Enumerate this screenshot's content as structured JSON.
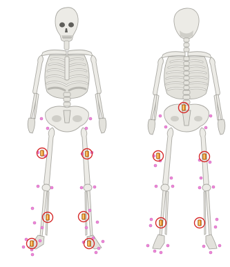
{
  "figure": {
    "views": [
      "front",
      "back"
    ],
    "colors": {
      "background": "#ffffff",
      "bone": "#ecebe6",
      "marker": "#ee88d8",
      "sensor_ring": "#d62828",
      "sensor_body": "#e07b1c"
    },
    "front": {
      "sensors": [
        "right-thigh",
        "left-thigh",
        "right-shank",
        "left-shank",
        "right-foot",
        "left-foot"
      ],
      "marker_count": 28
    },
    "back": {
      "sensors": [
        "pelvis",
        "left-thigh",
        "right-thigh",
        "left-shank",
        "right-shank"
      ],
      "marker_count": 26
    }
  }
}
